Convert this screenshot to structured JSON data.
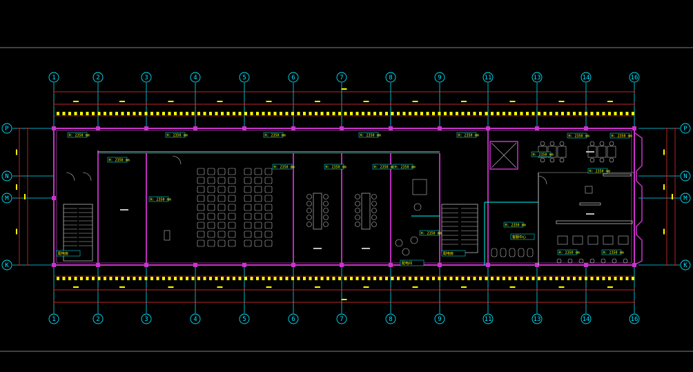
{
  "drawing": {
    "background": "#000000",
    "colors": {
      "frame": "#ffffff",
      "wall": "#cc33cc",
      "partition": "#ff66ff",
      "grid_line": "#00e5ff",
      "dimension": "#ff3333",
      "dim_tick": "#ffff00",
      "furniture": "#c0c0c0",
      "glass": "#00ffff",
      "text": "#ffff00"
    },
    "grid_columns_top": [
      "1",
      "2",
      "3",
      "4",
      "5",
      "6",
      "7",
      "8",
      "9",
      "11",
      "13",
      "14",
      "16"
    ],
    "grid_columns_bottom": [
      "1",
      "2",
      "3",
      "4",
      "5",
      "6",
      "7",
      "8",
      "9",
      "11",
      "13",
      "14",
      "16"
    ],
    "grid_rows_left": [
      "P",
      "N",
      "M",
      "K"
    ],
    "grid_rows_right": [
      "P",
      "N",
      "M",
      "K"
    ],
    "ceiling_tags": [
      "H: 2350 mm",
      "H: 2350 mm",
      "H: 2350 mm",
      "H: 2350 mm",
      "H: 2350 mm",
      "H: 2350 mm",
      "H: 2350 mm",
      "H: 2350 mm",
      "H: 2350 mm",
      "H: 2350 mm",
      "H: 2350 mm",
      "H: 2350 mm",
      "H: 2350 mm",
      "H: 2350 mm",
      "H: 2350 mm",
      "H: 2350 mm",
      "H: 2350 mm",
      "H: 2350 mm",
      "H: 2350 mm"
    ],
    "room_tags": [
      "配电房",
      "配电房",
      "配电间",
      "客服中心"
    ],
    "icons": [
      "stair-icon",
      "elevator-icon",
      "door-icon"
    ]
  }
}
